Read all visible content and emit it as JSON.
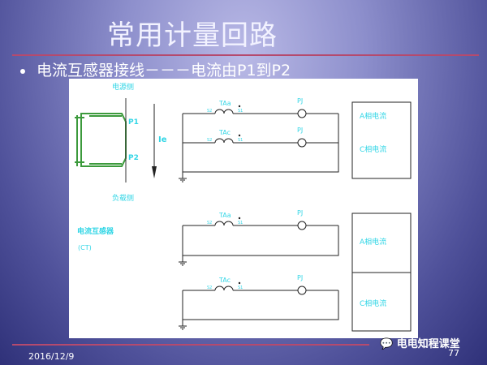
{
  "slide": {
    "title": "常用计量回路",
    "bullet": "电流互感器接线－－－电流由P1到P2",
    "date": "2016/12/9",
    "page_number": "77",
    "watermark": "电电知程课堂"
  },
  "diagram": {
    "ct": {
      "source_side": "电源侧",
      "load_side": "负载侧",
      "p1": "P1",
      "p2": "P2",
      "current": "Ie",
      "caption": "电流互感器",
      "caption_abbr": "(CT)"
    },
    "circuits": [
      {
        "ct_label": "TAa",
        "meter": "PJ",
        "s2": "S2",
        "s1": "S1"
      },
      {
        "ct_label": "TAc",
        "meter": "PJ",
        "s2": "S2",
        "s1": "S1"
      },
      {
        "ct_label": "TAa",
        "meter": "PJ",
        "s2": "S2",
        "s1": "S1"
      },
      {
        "ct_label": "TAc",
        "meter": "PJ",
        "s2": "S2",
        "s1": "S1"
      }
    ],
    "boxes": [
      {
        "labels": [
          "A相电流",
          "C相电流"
        ]
      },
      {
        "labels": [
          "A相电流",
          "C相电流"
        ]
      }
    ]
  },
  "colors": {
    "label": "#33d6e6",
    "ct_body": "#3c9a3c",
    "rule": "#b54a6e"
  }
}
